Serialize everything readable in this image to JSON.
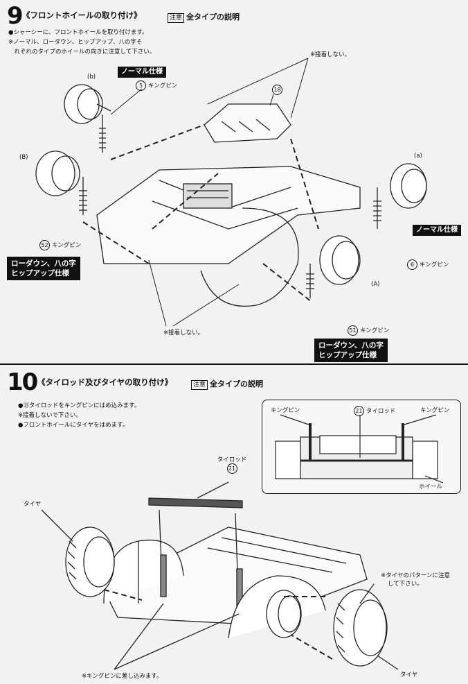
{
  "step9": {
    "number": "9",
    "title": "《フロントホイールの取り付け》",
    "note_badge": "注意",
    "note_title": "全タイプの説明",
    "instructions": [
      "●シャーシーに、フロントホイールを取り付けます。",
      "※ノーマル、ローダウン、ヒップアップ、八の字そ",
      "　れぞれのタイプのホイールの向きに注意して下さい。"
    ],
    "no_glue_top": "※接着しない。",
    "no_glue_bottom": "※接着しない。",
    "label_b_small": "(b)",
    "label_b_large": "(B)",
    "label_a_small": "(a)",
    "label_a_large": "(A)",
    "normal_spec_left": "ノーマル仕様",
    "normal_spec_right": "ノーマル仕様",
    "part5_num": "5",
    "part5_label": "キングピン",
    "part18_num": "18",
    "part52_num": "52",
    "part52_label": "キングピン",
    "part6_num": "6",
    "part6_label": "キングピン",
    "part51_num": "51",
    "part51_label": "キングピン",
    "lowdown_left_1": "ローダウン、八の字",
    "lowdown_left_2": "ヒップアップ仕様",
    "lowdown_right_1": "ローダウン、八の字",
    "lowdown_right_2": "ヒップアップ仕様"
  },
  "step10": {
    "number": "10",
    "title": "《タイロッド及びタイヤの取り付け》",
    "note_badge": "注意",
    "note_title": "全タイプの説明",
    "instructions": [
      "●㉑タイロッドをキングピンにはめ込みます。",
      "※接着しないで下さい。",
      "●フロントホイールにタイヤをはめます。"
    ],
    "inset_kingpin_left": "キングピン",
    "inset_tierod_num": "21",
    "inset_tierod": "タイロッド",
    "inset_kingpin_right": "キングピン",
    "inset_wheel": "ホイール",
    "tierod_label": "タイロッド",
    "tierod_num": "21",
    "tire_left": "タイヤ",
    "tire_right": "タイヤ",
    "tire_note_1": "※タイヤのパターンに注意",
    "tire_note_2": "して下さい。",
    "kingpin_insert": "※キングピンに差し込みます。"
  }
}
